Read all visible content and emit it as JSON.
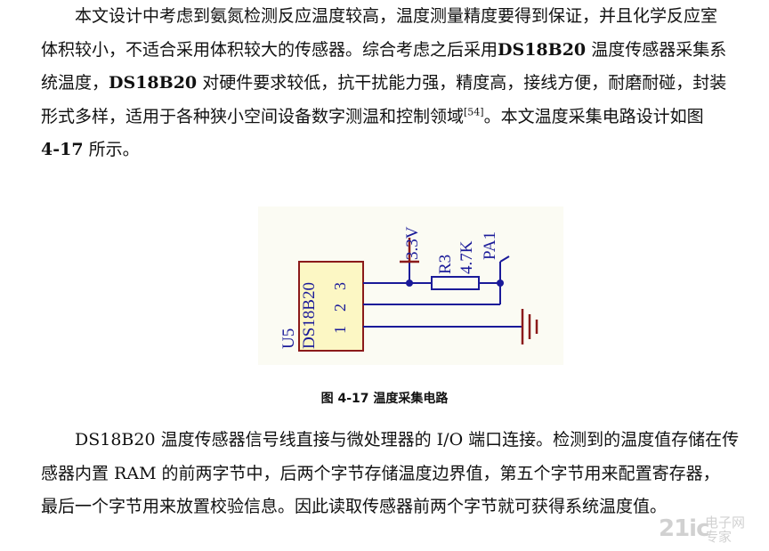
{
  "paragraph1": {
    "line1": "本文设计中考虑到氨氮检测反应温度较高，温度测量精度要得到保证，并且化学反应室",
    "line2a": "体积较小，不适合采用体积较大的传感器。综合考虑之后采用",
    "line2b": "DS18B20",
    "line2c": " 温度传感器采集系",
    "line3a": "统温度，",
    "line3b": "DS18B20",
    "line3c": " 对硬件要求较低，抗干扰能力强，精度高，接线方便，耐磨耐碰，封装",
    "line4a": "形式多样，适用于各种狭小空间设备数字测温和控制领域",
    "line4ref": "[54]",
    "line4b": "。本文温度采集电路设计如图",
    "line5a": "4-17",
    "line5b": " 所示。"
  },
  "figure": {
    "caption": "图 4-17  温度采集电路",
    "chip_ref": "U5",
    "chip_name": "DS18B20",
    "pin3": "3",
    "pin2": "2",
    "pin1": "1",
    "supply": "3.3V",
    "resistor_ref": "R3",
    "resistor_value": "4.7K",
    "port": "PA1",
    "colors": {
      "chip_fill": "#fcf7c4",
      "chip_border": "#8b1a1a",
      "wire": "#1a1a99",
      "label": "#1a1a99",
      "resistor": "#1a1a99",
      "supply": "#8b1a1a",
      "ground": "#8b1a1a",
      "junction": "#1a1a99"
    }
  },
  "paragraph2": {
    "line1a": "DS18B20",
    "line1b": " 温度传感器信号线直接与微处理器的 I/O 端口连接。检测到的温度值存储在传",
    "line2": "感器内置 RAM 的前两字节中，后两个字节存储温度边界值，第五个字节用来配置寄存器，",
    "line3": "最后一个字节用来放置校验信息。因此读取传感器前两个字节就可获得系统温度值。"
  },
  "watermark": {
    "logo": "21ic",
    "name_line1": "电子网",
    "name_line2": "专家"
  }
}
